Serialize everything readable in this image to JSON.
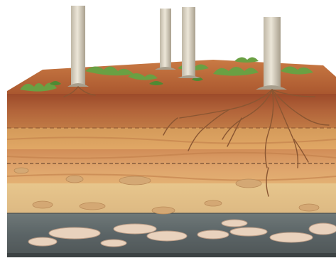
{
  "illustration": {
    "subject": "soil-profile-cross-section",
    "trees": [
      {
        "name": "tree-1"
      },
      {
        "name": "tree-2"
      },
      {
        "name": "tree-3"
      },
      {
        "name": "tree-4"
      }
    ],
    "layers": [
      {
        "name": "topsoil-layer",
        "color": "#a4532c"
      },
      {
        "name": "upper-subsoil-layer",
        "color": "#c98a4c"
      },
      {
        "name": "lower-subsoil-layer",
        "color": "#dca86a"
      },
      {
        "name": "weathered-rock-layer",
        "color": "#e6c489"
      },
      {
        "name": "bedrock-layer",
        "color": "#5c6668"
      }
    ],
    "colors": {
      "grass": "#6aa043",
      "bark": "#d9d2c2",
      "surface": "#b96a3a",
      "roots": "#8a5632",
      "stone": "#e9d2bd"
    }
  }
}
